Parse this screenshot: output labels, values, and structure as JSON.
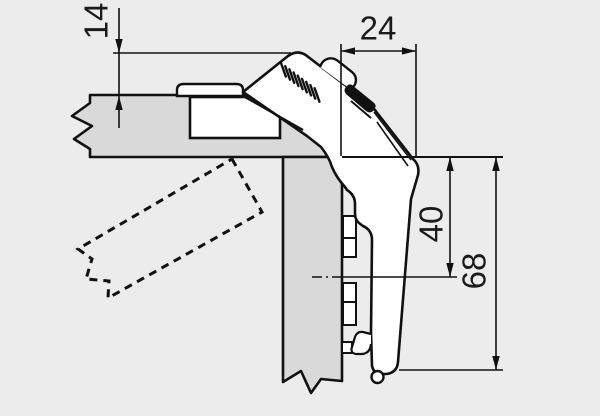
{
  "diagram": {
    "type": "technical-drawing",
    "subject": "concealed corner cabinet hinge, side cross-section with mounting dimensions",
    "labels": {
      "d14": "14",
      "d24": "24",
      "d40": "40",
      "d68": "68"
    },
    "colors": {
      "background": "#ececec",
      "panel_fill": "#d9d9d9",
      "hinge_fill": "#ffffff",
      "line": "#111111",
      "slot_fill": "#111111"
    }
  }
}
